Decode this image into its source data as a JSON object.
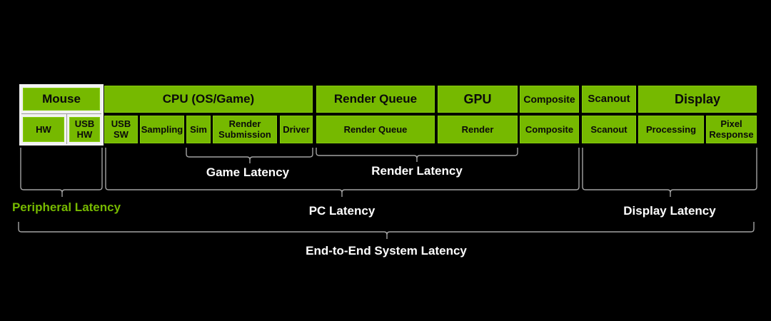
{
  "diagram": {
    "accent_color": "#76b900",
    "stages": {
      "mouse": "Mouse",
      "cpu": "CPU (OS/Game)",
      "render_queue": "Render Queue",
      "gpu": "GPU",
      "composite": "Composite",
      "scanout": "Scanout",
      "display": "Display"
    },
    "substages": {
      "hw": "HW",
      "usb_hw": "USB\nHW",
      "usb_sw": "USB\nSW",
      "sampling": "Sampling",
      "sim": "Sim",
      "render_submission": "Render\nSubmission",
      "driver": "Driver",
      "render_queue": "Render Queue",
      "render": "Render",
      "composite": "Composite",
      "scanout": "Scanout",
      "processing": "Processing",
      "pixel_response": "Pixel\nResponse"
    },
    "latencies": {
      "peripheral": "Peripheral Latency",
      "game": "Game Latency",
      "render": "Render Latency",
      "pc": "PC Latency",
      "display": "Display Latency",
      "end_to_end": "End-to-End System Latency"
    }
  }
}
